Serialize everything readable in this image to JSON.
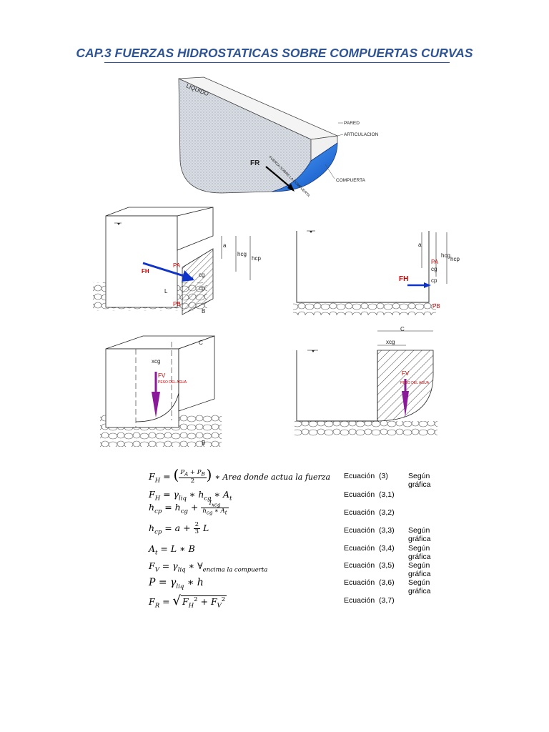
{
  "title": "CAP.3 FUERZAS HIDROSTATICAS SOBRE COMPUERTAS CURVAS",
  "figure1": {
    "liquid": "LIQUIDO",
    "wall": "PARED",
    "hinge": "ARTICULACION",
    "gate": "COMPUERTA",
    "force": "FR",
    "force_note": "FUERZA SOBRE LA COMPUERTA"
  },
  "figure2": {
    "a": "a",
    "hcg": "hcg",
    "hcp": "hcp",
    "cg": "cg",
    "cp": "cp",
    "pa": "PA",
    "pb": "PB",
    "l": "L",
    "b": "B",
    "fh": "FH"
  },
  "figure3": {
    "a": "a",
    "hcg": "hcg",
    "hcp": "hcp",
    "cg": "cg",
    "cp": "cp",
    "pa": "PA",
    "pb": "PB",
    "fh": "FH"
  },
  "figure4": {
    "c": "C",
    "xcg": "xcg",
    "b": "B",
    "fv": "FV",
    "weight": "PESO DEL AGUA"
  },
  "figure5": {
    "c": "C",
    "xcg": "xcg",
    "fv": "FV",
    "weight": "PESO DEL AGUA"
  },
  "equations": [
    {
      "ref": "Ecuación  (3)",
      "note": "Según gráfica"
    },
    {
      "ref": "Ecuación  (3,1)",
      "note": ""
    },
    {
      "ref": "Ecuación  (3,2)",
      "note": ""
    },
    {
      "ref": "Ecuación  (3,3)",
      "note": "Según gráfica"
    },
    {
      "ref": "Ecuación  (3,4)",
      "note": "Según gráfica"
    },
    {
      "ref": "Ecuación  (3,5)",
      "note": "Según gráfica"
    },
    {
      "ref": "Ecuación  (3,6)",
      "note": "Según gráfica"
    },
    {
      "ref": "Ecuación  (3,7)",
      "note": ""
    }
  ],
  "eq_text": {
    "e0_area": "∗ Area donde actua la fuerza",
    "e5_sub": "encima la compuerta"
  },
  "colors": {
    "title": "#2f5597",
    "gate_blue": "#1e6fd9",
    "arrow_purple": "#8b1a9a",
    "arrow_blue": "#1034c8",
    "force_red": "#cc0000"
  }
}
